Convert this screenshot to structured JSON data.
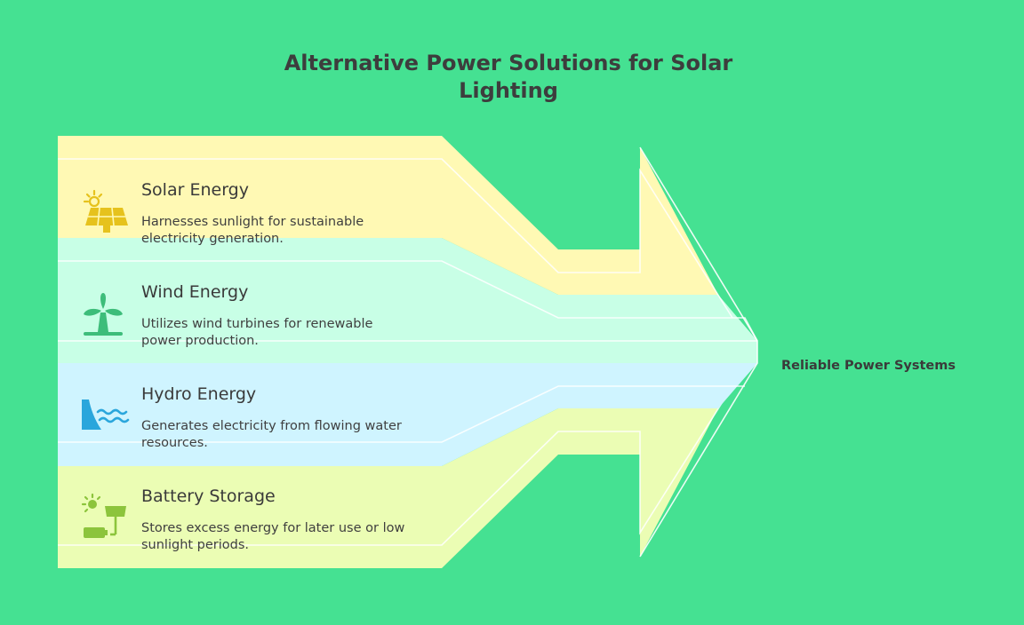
{
  "title": {
    "line1": "Alternative Power Solutions for Solar",
    "line2": "Lighting"
  },
  "items": [
    {
      "title": "Solar Energy",
      "desc_line1": "Harnesses sunlight for sustainable",
      "desc_line2": "electricity generation.",
      "icon": "solar-panel-icon",
      "color": "#fff9b4",
      "icon_color": "#e6c21d"
    },
    {
      "title": "Wind Energy",
      "desc_line1": "Utilizes wind turbines for renewable",
      "desc_line2": "power production.",
      "icon": "wind-turbine-icon",
      "color": "#c8ffe6",
      "icon_color": "#3dbd7a"
    },
    {
      "title": "Hydro Energy",
      "desc_line1": "Generates electricity from flowing water",
      "desc_line2": "resources.",
      "icon": "hydro-dam-icon",
      "color": "#cff4ff",
      "icon_color": "#2aa6dc"
    },
    {
      "title": "Battery Storage",
      "desc_line1": "Stores excess energy for later use or low",
      "desc_line2": "sunlight periods.",
      "icon": "battery-solar-icon",
      "color": "#ebfdb4",
      "icon_color": "#8cc43c"
    }
  ],
  "target": {
    "label": "Reliable Power Systems"
  },
  "colors": {
    "background": "#45e192"
  }
}
